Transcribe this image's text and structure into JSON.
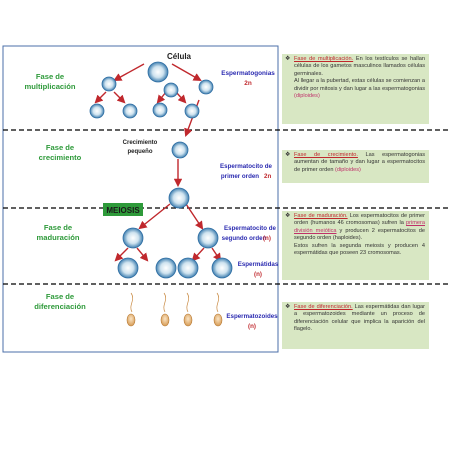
{
  "phases": [
    {
      "id": "multiplicacion",
      "label_lines": [
        "Fase de",
        "multiplicación"
      ]
    },
    {
      "id": "crecimiento",
      "label_lines": [
        "Fase de",
        "crecimiento"
      ]
    },
    {
      "id": "maduracion",
      "label_lines": [
        "Fase de",
        "maduración"
      ]
    },
    {
      "id": "diferenciacion",
      "label_lines": [
        "Fase de",
        "diferenciación"
      ]
    }
  ],
  "diagram_labels": {
    "celula": "Célula",
    "espermatogonias": "Espermatogonias",
    "espermatogonias_2n": "2n",
    "crecimiento_lines": [
      "Crecimiento",
      "pequeño"
    ],
    "espermatocito_primer": "Espermatocito de",
    "espermatocito_primer_orden": "primer orden",
    "espermatocito_primer_2n": "2n",
    "meiosis": "MEIOSIS",
    "espermatocito_segundo": "Espermatocito de",
    "espermatocito_segundo_orden": "segundo orden",
    "espermatocito_segundo_n": "(n)",
    "espermatidas": "Espermátidas",
    "espermatidas_n": "(n)",
    "espermatozoides": "Espermatozoides",
    "espermatozoides_n": "(n)"
  },
  "notes": {
    "bullet": "❖",
    "n1": {
      "heading": "Fase de multiplicación.",
      "text1": " En los testículos se hallan células de los gametos masculinos llamados células germinales.",
      "text2": "Al llegar a la pubertad, estas células se comienzan a dividir por mitosis y dan lugar a las espermatogonias ",
      "pink": "(diploides)"
    },
    "n2": {
      "heading": "Fase de crecimiento.",
      "text1": " Las espermatogonias aumentan de tamaño y dan lugar a espermatocitos de primer orden ",
      "pink": "(diploides)"
    },
    "n3": {
      "heading": "Fase de maduración.",
      "text1": " Los espermatocitos de primer orden (humanos 46 cromosomas) sufren la ",
      "pink": "primera división meiótica",
      "text2": " y producen 2 espermatocitos de segundo orden (haploides).",
      "text3": "Estos sufren la segunda meiosis y producen 4 espermátidas que poseen 23 cromosomas."
    },
    "n4": {
      "heading": "Fase de diferenciación.",
      "text1": " Las espermátidas dan lugar a espermatozoides mediante un proceso de diferenciación celular que implica la aparición del flagelo."
    }
  },
  "colors": {
    "phase_label": "#2e9a3a",
    "cell_label": "#2a2ab0",
    "two_n": "#c0282d",
    "arrow": "#c0282d",
    "meiosis_bg": "#2e9a3a",
    "note_bg": "#d8e7c3"
  }
}
